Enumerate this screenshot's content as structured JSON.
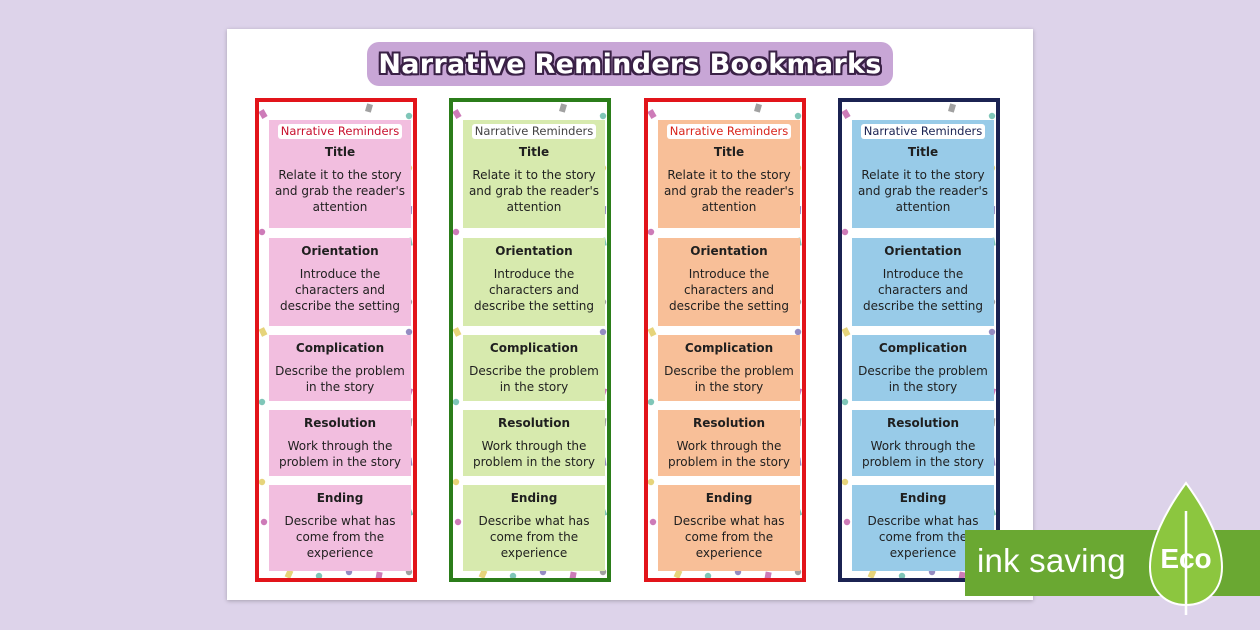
{
  "title": "Narrative Reminders Bookmarks",
  "bookmarks": [
    {
      "tag": "Narrative Reminders",
      "border_color": "#e2141a",
      "card_color": "#f2bedf",
      "tag_color": "#c8102e",
      "sections": [
        {
          "heading": "Title",
          "text": "Relate it to the story and grab the reader's attention"
        },
        {
          "heading": "Orientation",
          "text": "Introduce the characters and describe the setting"
        },
        {
          "heading": "Complication",
          "text": "Describe the problem in the story"
        },
        {
          "heading": "Resolution",
          "text": "Work through the problem in the story"
        },
        {
          "heading": "Ending",
          "text": "Describe what has come from the experience"
        }
      ]
    },
    {
      "tag": "Narrative Reminders",
      "border_color": "#2b7d1a",
      "card_color": "#d7eaae",
      "tag_color": "#444444",
      "sections": [
        {
          "heading": "Title",
          "text": "Relate it to the story and grab the reader's attention"
        },
        {
          "heading": "Orientation",
          "text": "Introduce the characters and describe the setting"
        },
        {
          "heading": "Complication",
          "text": "Describe the problem in the story"
        },
        {
          "heading": "Resolution",
          "text": "Work through the problem in the story"
        },
        {
          "heading": "Ending",
          "text": "Describe what has come from the experience"
        }
      ]
    },
    {
      "tag": "Narrative Reminders",
      "border_color": "#e2141a",
      "card_color": "#f8bf98",
      "tag_color": "#d9251c",
      "sections": [
        {
          "heading": "Title",
          "text": "Relate it to the story and grab the reader's attention"
        },
        {
          "heading": "Orientation",
          "text": "Introduce the characters and describe the setting"
        },
        {
          "heading": "Complication",
          "text": "Describe the problem in the story"
        },
        {
          "heading": "Resolution",
          "text": "Work through the problem in the story"
        },
        {
          "heading": "Ending",
          "text": "Describe what has come from the experience"
        }
      ]
    },
    {
      "tag": "Narrative Reminders",
      "border_color": "#1b2352",
      "card_color": "#98cbe8",
      "tag_color": "#1b2352",
      "sections": [
        {
          "heading": "Title",
          "text": "Relate it to the story and grab the reader's attention"
        },
        {
          "heading": "Orientation",
          "text": "Introduce the characters and describe the setting"
        },
        {
          "heading": "Complication",
          "text": "Describe the problem in the story"
        },
        {
          "heading": "Resolution",
          "text": "Work through the problem in the story"
        },
        {
          "heading": "Ending",
          "text": "Describe what has come from the experience"
        }
      ]
    }
  ],
  "eco_badge": {
    "text": "ink saving",
    "label": "Eco",
    "colors": {
      "band": "#6aa832",
      "leaf": "#8cc63f"
    }
  }
}
